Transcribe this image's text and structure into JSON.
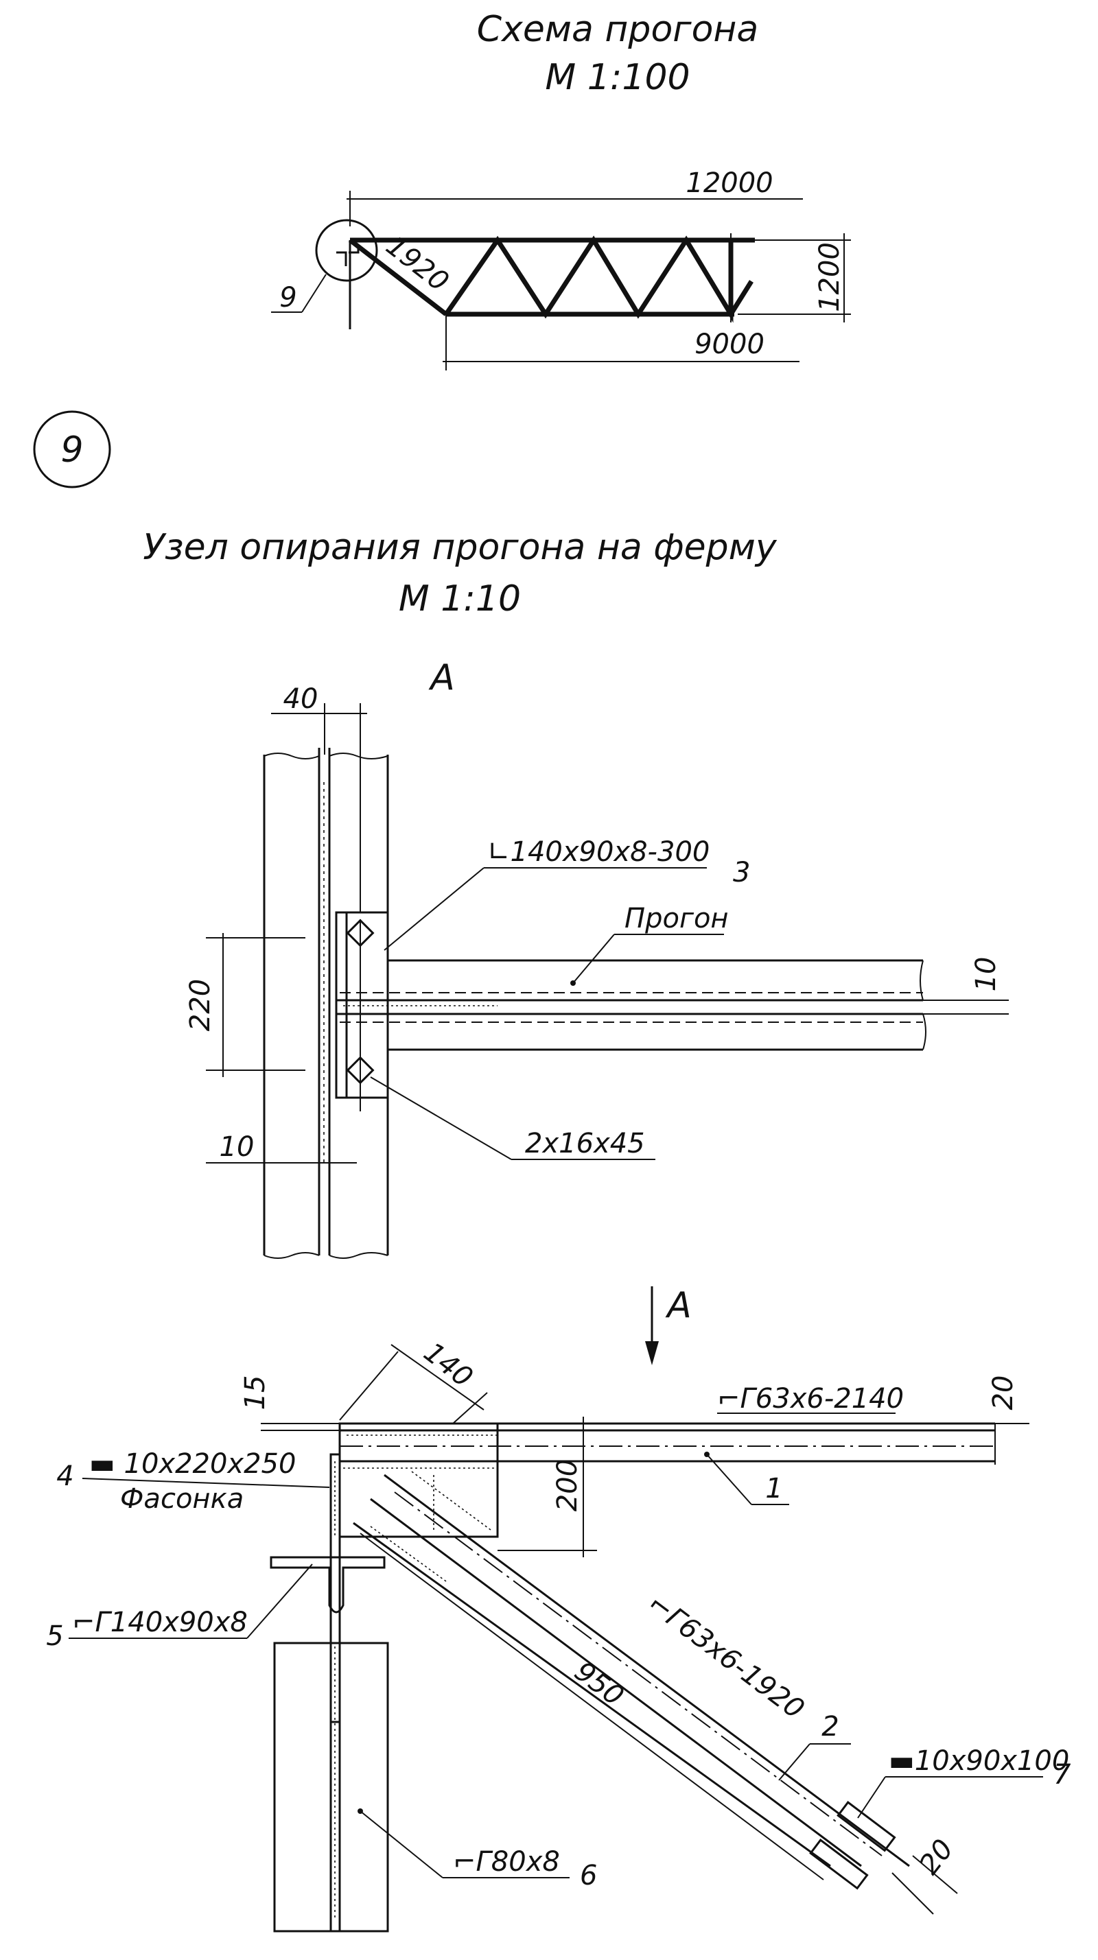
{
  "scheme": {
    "title": "Схема прогона",
    "scale": "М 1:100",
    "dim_total": "12000",
    "dim_height": "1200",
    "dim_span": "9000",
    "dim_diagonal": "1920",
    "callout_ref": "9"
  },
  "node": {
    "number": "9",
    "title": "Узел опирания прогона на ферму",
    "scale": "М 1:10"
  },
  "view_a": {
    "label": "А",
    "dim_top": "40",
    "dim_left_vertical": "220",
    "dim_bottom_left": "10",
    "dim_right": "10",
    "angle_label": "∟140x90x8-300",
    "angle_pos": "3",
    "purlin_label": "Прогон",
    "bolts_label": "2x16x45"
  },
  "section": {
    "arrow_label": "А",
    "dim_15": "15",
    "dim_140": "140",
    "dim_200": "200",
    "dim_20_top": "20",
    "top_chord_label": "⌐Г63x6-2140",
    "top_chord_pos": "1",
    "gusset_pos": "4",
    "gusset_label": "▬ 10x220x250",
    "gusset_name": "Фасонка",
    "angle5_pos": "5",
    "angle5_label": "⌐Г140x90x8",
    "diagonal_label": "⌐Г63x6-1920",
    "diagonal_len": "950",
    "diagonal_pos": "2",
    "plate_label": "▬10x90x100",
    "plate_pos": "7",
    "column_label": "⌐Г80x8",
    "column_pos": "6",
    "dim_20_bottom": "20"
  }
}
